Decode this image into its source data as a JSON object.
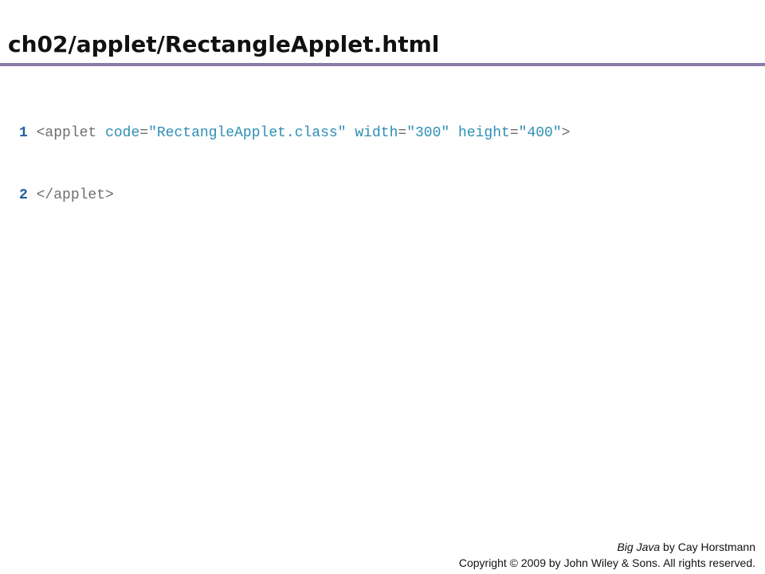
{
  "title": "ch02/applet/RectangleApplet.html",
  "code": {
    "line1": {
      "number": "1",
      "open_tag": "<applet",
      "attr1_name": "code",
      "attr1_value": "\"RectangleApplet.class\"",
      "attr2_name": "width",
      "attr2_value": "\"300\"",
      "attr3_name": "height",
      "attr3_value": "\"400\"",
      "close": ">"
    },
    "line2": {
      "number": "2",
      "close_tag": "</applet>"
    }
  },
  "footer": {
    "book_title": "Big Java",
    "author_text": " by Cay Horstmann",
    "copyright": "Copyright © 2009 by John Wiley & Sons.  All rights reserved."
  },
  "colors": {
    "title_rule": "#8a7ba8",
    "line_number": "#1f5f9e",
    "attribute": "#2d8fb5",
    "tag": "#6f6f6f"
  }
}
